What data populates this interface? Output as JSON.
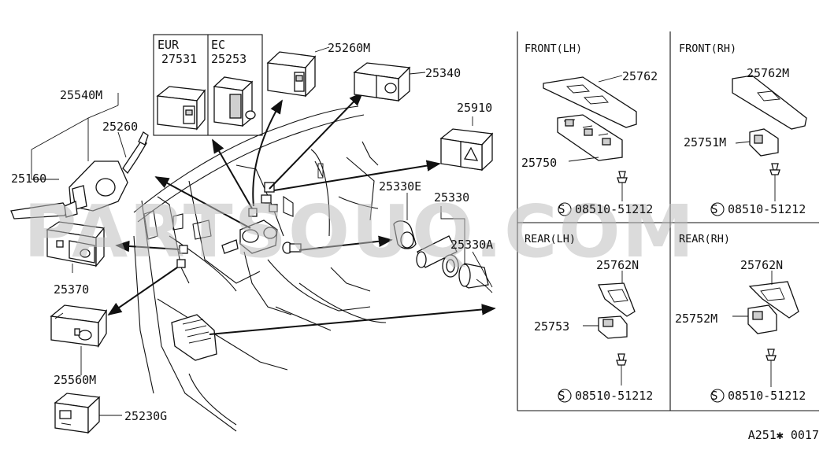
{
  "labels": {
    "p25540M": "25540M",
    "p25260": "25260",
    "p25160": "25160",
    "p25370": "25370",
    "p25560M": "25560M",
    "p25230G": "25230G",
    "eur": "EUR",
    "ec": "EC",
    "p27531": "27531",
    "p25253": "25253",
    "p25260M": "25260M",
    "p25340": "25340",
    "p25910": "25910",
    "p25330E": "25330E",
    "p25330": "25330",
    "p25330A": "25330A"
  },
  "panels": {
    "front_lh": {
      "title": "FRONT(LH)",
      "part_a": "25762",
      "part_b": "25750",
      "screw": "08510-51212"
    },
    "front_rh": {
      "title": "FRONT(RH)",
      "part_a": "25762M",
      "part_b": "25751M",
      "screw": "08510-51212"
    },
    "rear_lh": {
      "title": "REAR(LH)",
      "part_a": "25762N",
      "part_b": "25753",
      "screw": "08510-51212"
    },
    "rear_rh": {
      "title": "REAR(RH)",
      "part_a": "25762N",
      "part_b": "25752M",
      "screw": "08510-51212"
    }
  },
  "screw_symbol": "S",
  "watermark": "PARTSOUQ.COM",
  "footer": "A251✱ 0017",
  "colors": {
    "ink": "#111111",
    "watermark": "#bdbdbd"
  },
  "icons": {
    "arrow": "arrowhead",
    "screw": "screw-icon"
  }
}
